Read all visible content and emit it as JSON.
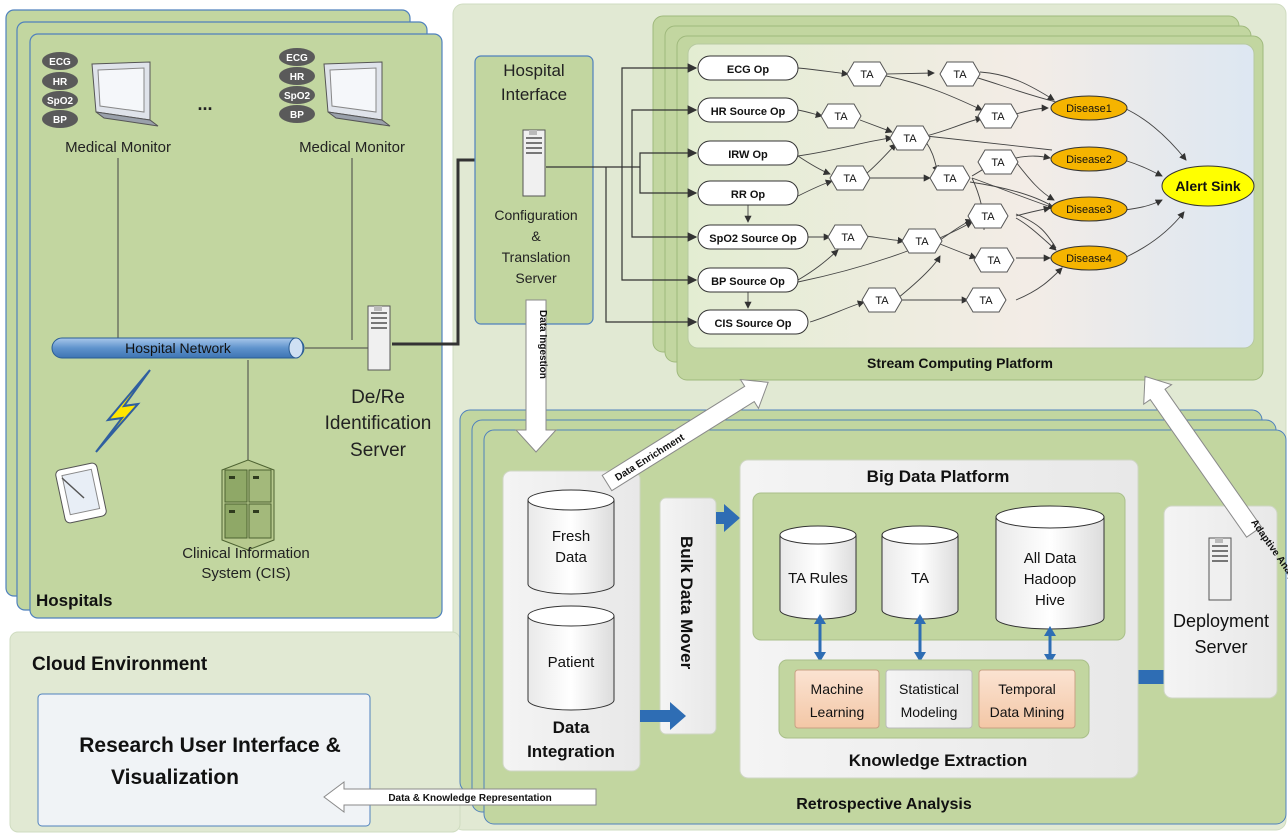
{
  "hospitals": {
    "title": "Hospitals",
    "monitor_left_label": "Medical Monitor",
    "monitor_right_label": "Medical Monitor",
    "ellipsis": "...",
    "signal_badges": [
      "ECG",
      "HR",
      "SpO2",
      "BP"
    ],
    "network_label": "Hospital Network",
    "cis_label_line1": "Clinical Information",
    "cis_label_line2": "System (CIS)",
    "dere_label_line1": "De/Re",
    "dere_label_line2": "Identification",
    "dere_label_line3": "Server"
  },
  "hospital_interface": {
    "title_line1": "Hospital",
    "title_line2": "Interface",
    "server_line1": "Configuration",
    "server_line2": "&",
    "server_line3": "Translation",
    "server_line4": "Server"
  },
  "stream": {
    "title": "Stream Computing Platform",
    "operators": [
      "ECG Op",
      "HR Source Op",
      "IRW Op",
      "RR Op",
      "SpO2 Source Op",
      "BP Source Op",
      "CIS Source Op"
    ],
    "ta_label": "TA",
    "diseases": [
      "Disease1",
      "Disease2",
      "Disease3",
      "Disease4"
    ],
    "alert_sink": "Alert Sink"
  },
  "cloud": {
    "title": "Cloud Environment",
    "research_line1": "Research User Interface &",
    "research_line2": "Visualization"
  },
  "arrows": {
    "data_ingestion": "Data Ingestion",
    "data_enrichment": "Data Enrichment",
    "adaptive_analytics": "Adaptive Analytics",
    "data_knowledge": "Data & Knowledge Representation"
  },
  "retro": {
    "title": "Retrospective Analysis",
    "data_integration_line1": "Data",
    "data_integration_line2": "Integration",
    "fresh_line1": "Fresh",
    "fresh_line2": "Data",
    "patient": "Patient",
    "bulk_mover": "Bulk Data Mover",
    "big_data_title": "Big Data Platform",
    "ta_rules": "TA Rules",
    "ta": "TA",
    "all_data_line1": "All Data",
    "all_data_line2": "Hadoop",
    "all_data_line3": "Hive",
    "ml_line1": "Machine",
    "ml_line2": "Learning",
    "sm_line1": "Statistical",
    "sm_line2": "Modeling",
    "tdm_line1": "Temporal",
    "tdm_line2": "Data Mining",
    "knowledge_title": "Knowledge Extraction",
    "deployment_line1": "Deployment",
    "deployment_line2": "Server"
  },
  "colors": {
    "panel_green": "#c2d6a0",
    "panel_border": "#4f81bd",
    "disease_orange": "#f5b400",
    "alert_yellow": "#ffff00",
    "network_blue": "#7aa7d6",
    "flow_arrow_blue": "#2e6db4"
  }
}
